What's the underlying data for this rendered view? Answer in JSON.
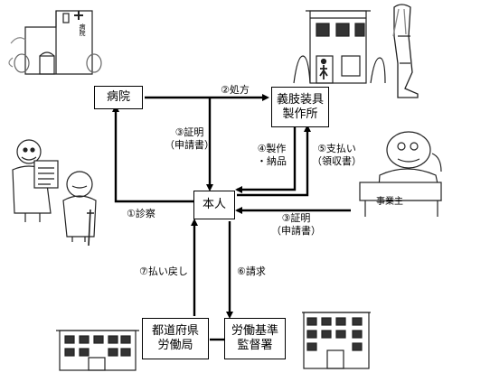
{
  "nodes": {
    "hospital": "病院",
    "prosthetics": [
      "義肢装具",
      "製作所"
    ],
    "person": "本人",
    "employer": "事業主",
    "prefecture": [
      "都道府県",
      "労働局"
    ],
    "labor_office": [
      "労働基準",
      "監督署"
    ]
  },
  "flows": {
    "prescription": "②処方",
    "cert_hospital": [
      "③証明",
      "（申請書）"
    ],
    "manufacture": [
      "④製作",
      "・納品"
    ],
    "payment": [
      "⑤支払い",
      "（領収書）"
    ],
    "consultation": "①診察",
    "cert_employer": [
      "③証明",
      "（申請書）"
    ],
    "refund": "⑦払い戻し",
    "claim": "⑥請求"
  },
  "building_sign": "病院"
}
